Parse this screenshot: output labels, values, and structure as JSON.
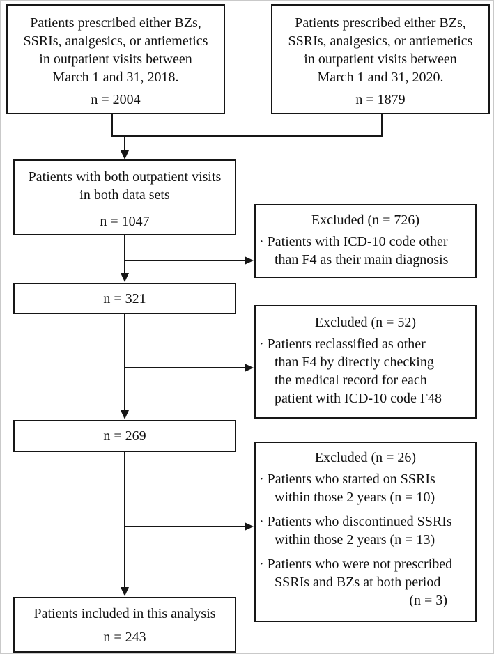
{
  "diagram": {
    "colors": {
      "line": "#161616",
      "background": "#ffffff",
      "text": "#111111"
    },
    "cohort_2018": {
      "lines": [
        "Patients prescribed either BZs,",
        "SSRIs, analgesics, or antiemetics",
        "in outpatient visits between",
        "March 1 and 31, 2018."
      ],
      "n": "n = 2004"
    },
    "cohort_2020": {
      "lines": [
        "Patients prescribed either BZs,",
        "SSRIs, analgesics, or antiemetics",
        "in outpatient visits between",
        "March 1 and 31, 2020."
      ],
      "n": "n = 1879"
    },
    "both_visits": {
      "lines": [
        "Patients with both outpatient visits",
        "in both data sets"
      ],
      "n": "n = 1047"
    },
    "after_icd_filter": {
      "n": "n = 321"
    },
    "after_record_check": {
      "n": "n = 269"
    },
    "included": {
      "lines": [
        "Patients included in this analysis"
      ],
      "n": "n = 243"
    },
    "excluded_726": {
      "title": "Excluded (n = 726)",
      "lines": [
        "· Patients with ICD-10 code other",
        "than F4 as their main diagnosis"
      ]
    },
    "excluded_52": {
      "title": "Excluded (n = 52)",
      "lines": [
        "· Patients reclassified as other",
        "than F4 by directly checking",
        "the medical record for each",
        "patient with ICD-10 code F48"
      ]
    },
    "excluded_26": {
      "title": "Excluded (n = 26)",
      "lines": [
        "· Patients who started on SSRIs",
        "within those 2 years (n = 10)",
        "· Patients who discontinued SSRIs",
        "within those 2 years (n = 13)",
        "· Patients who were not prescribed",
        "SSRIs and BZs at both period",
        "(n = 3)"
      ]
    }
  }
}
